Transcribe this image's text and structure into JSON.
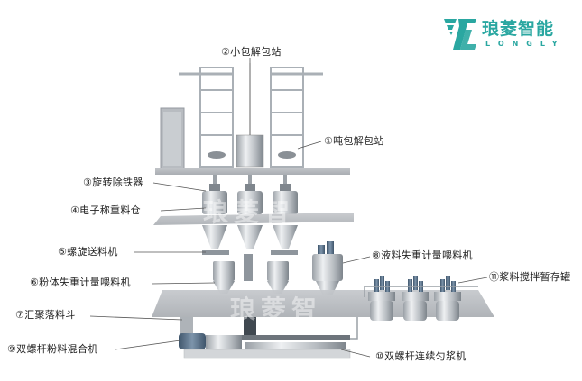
{
  "brand": {
    "name_cn": "琅菱智能",
    "name_en": "LONGLY",
    "color": "#2aa7a1"
  },
  "watermark": {
    "text": "琅菱智"
  },
  "labels": [
    {
      "id": "1",
      "number": "①",
      "text": "吨包解包站"
    },
    {
      "id": "2",
      "number": "②",
      "text": "小包解包站"
    },
    {
      "id": "3",
      "number": "③",
      "text": "旋转除铁器"
    },
    {
      "id": "4",
      "number": "④",
      "text": "电子称重料仓"
    },
    {
      "id": "5",
      "number": "⑤",
      "text": "螺旋送料机"
    },
    {
      "id": "6",
      "number": "⑥",
      "text": "粉体失重计量喂料机"
    },
    {
      "id": "7",
      "number": "⑦",
      "text": "汇聚落料斗"
    },
    {
      "id": "8",
      "number": "⑧",
      "text": "液料失重计量喂料机"
    },
    {
      "id": "9",
      "number": "⑨",
      "text": "双螺杆粉料混合机"
    },
    {
      "id": "10",
      "number": "⑩",
      "text": "双螺杆连续匀浆机"
    },
    {
      "id": "11",
      "number": "⑪",
      "text": "浆料搅拌暂存罐"
    }
  ],
  "label_display": {
    "l1": "①吨包解包站",
    "l2": "②小包解包站",
    "l3": "③旋转除铁器",
    "l4": "④电子称重料仓",
    "l5": "⑤螺旋送料机",
    "l6": "⑥粉体失重计量喂料机",
    "l7": "⑦汇聚落料斗",
    "l8": "⑧液料失重计量喂料机",
    "l9": "⑨双螺杆粉料混合机",
    "l10": "⑩双螺杆连续匀浆机",
    "l11": "⑪浆料搅拌暂存罐"
  },
  "colors": {
    "platform": "#b9bcc0",
    "steel": "#c9ccd0",
    "motor": "#5a6f85",
    "line": "#555555"
  }
}
